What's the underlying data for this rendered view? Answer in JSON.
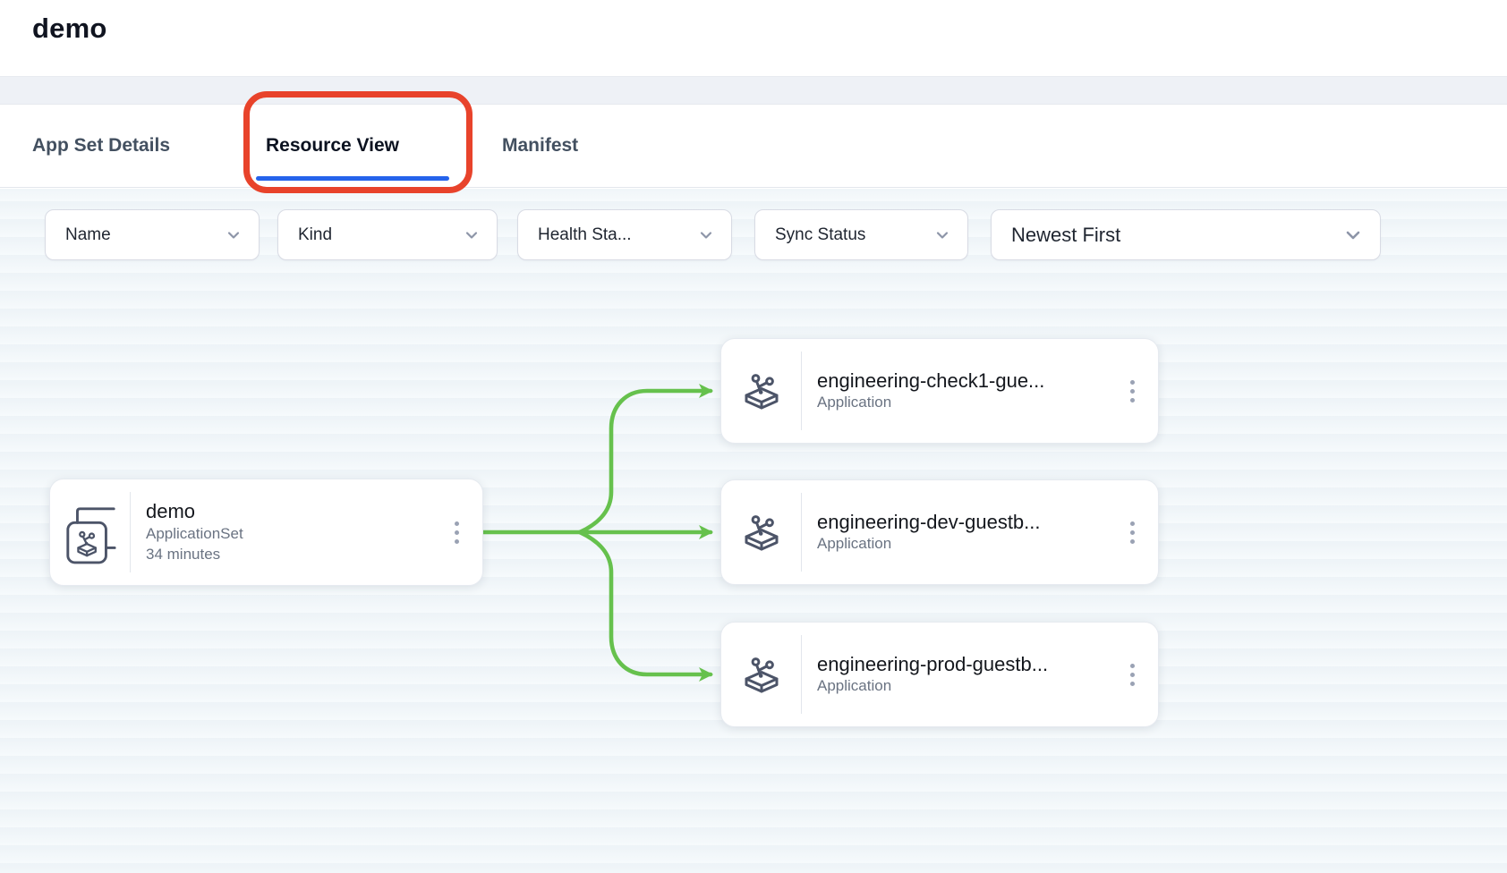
{
  "page": {
    "title": "demo"
  },
  "tabs": {
    "app_set_details": "App Set Details",
    "resource_view": "Resource View",
    "manifest": "Manifest"
  },
  "filters": {
    "name": "Name",
    "kind": "Kind",
    "health_status": "Health Sta...",
    "sync_status": "Sync Status",
    "sort": "Newest First"
  },
  "graph": {
    "root": {
      "title": "demo",
      "kind": "ApplicationSet",
      "age": "34 minutes"
    },
    "children": [
      {
        "title": "engineering-check1-gue...",
        "kind": "Application"
      },
      {
        "title": "engineering-dev-guestb...",
        "kind": "Application"
      },
      {
        "title": "engineering-prod-guestb...",
        "kind": "Application"
      }
    ]
  },
  "colors": {
    "edge_green": "#66c14d",
    "active_tab_blue": "#2563eb",
    "annotation_red": "#e8432b",
    "canvas_dot": "#b6c0c9"
  }
}
